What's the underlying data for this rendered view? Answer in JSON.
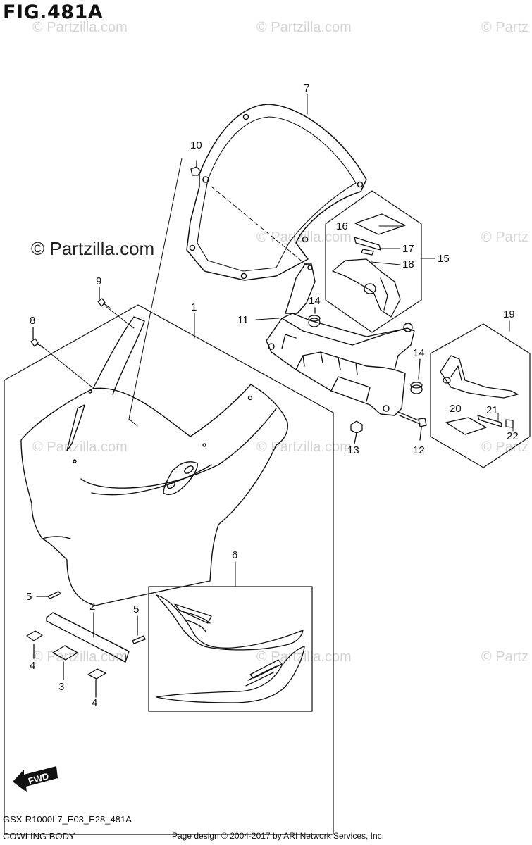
{
  "figure": {
    "title": "FIG.481A"
  },
  "watermark": {
    "main": "© Partzilla.com",
    "faint": "© Partzilla.com",
    "faint_cut": "© Partz"
  },
  "callouts": {
    "c1": "1",
    "c2": "2",
    "c3": "3",
    "c4a": "4",
    "c4b": "4",
    "c5a": "5",
    "c5b": "5",
    "c6": "6",
    "c7": "7",
    "c8": "8",
    "c9": "9",
    "c10": "10",
    "c11": "11",
    "c12": "12",
    "c13": "13",
    "c14a": "14",
    "c14b": "14",
    "c15": "15",
    "c16": "16",
    "c17": "17",
    "c18": "18",
    "c19": "19",
    "c20": "20",
    "c21": "21",
    "c22": "22"
  },
  "fwd_label": "FWD",
  "footer": {
    "model_code": "GSX-R1000L7_E03_E28_481A",
    "section_name": "COWLING BODY",
    "copyright": "Page design © 2004-2017 by ARI Network Services, Inc."
  }
}
